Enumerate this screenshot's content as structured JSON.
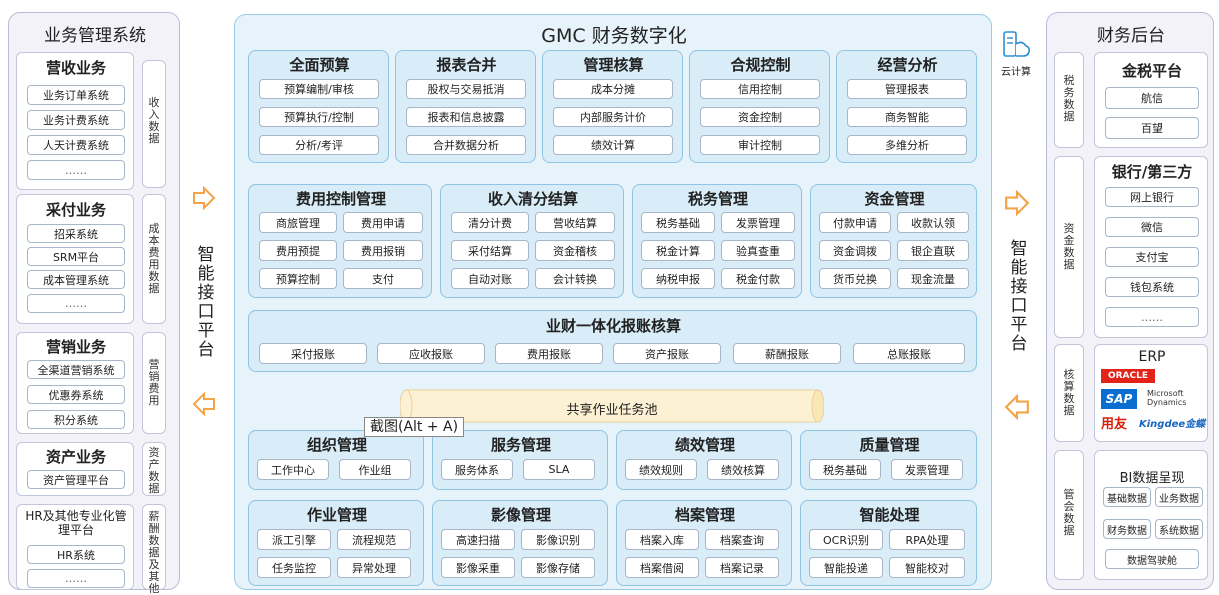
{
  "left": {
    "title": "业务管理系统",
    "groups": [
      {
        "title": "营收业务",
        "items": [
          "业务订单系统",
          "业务计费系统",
          "人天计费系统",
          "……"
        ],
        "label": "收入数据"
      },
      {
        "title": "采付业务",
        "items": [
          "招采系统",
          "SRM平台",
          "成本管理系统",
          "……"
        ],
        "label": "成本费用数据"
      },
      {
        "title": "营销业务",
        "items": [
          "全渠道营销系统",
          "优惠券系统",
          "积分系统"
        ],
        "label": "营销费用"
      },
      {
        "title": "资产业务",
        "items": [
          "资产管理平台"
        ],
        "label": "资产数据"
      },
      {
        "title": "HR及其他专业化管理平台",
        "items": [
          "HR系统",
          "……"
        ],
        "label": "薪酬数据及其他"
      }
    ]
  },
  "left_iface": "智能接口平台",
  "right_iface": "智能接口平台",
  "center": {
    "title": "GMC 财务数字化",
    "top_groups": [
      {
        "title": "全面预算",
        "items": [
          "预算编制/审核",
          "预算执行/控制",
          "分析/考评"
        ]
      },
      {
        "title": "报表合并",
        "items": [
          "股权与交易抵消",
          "报表和信息披露",
          "合并数据分析"
        ]
      },
      {
        "title": "管理核算",
        "items": [
          "成本分摊",
          "内部服务计价",
          "绩效计算"
        ]
      },
      {
        "title": "合规控制",
        "items": [
          "信用控制",
          "资金控制",
          "审计控制"
        ]
      },
      {
        "title": "经营分析",
        "items": [
          "管理报表",
          "商务智能",
          "多维分析"
        ]
      }
    ],
    "mid_groups": [
      {
        "title": "费用控制管理",
        "items": [
          "商旅管理",
          "费用申请",
          "费用预提",
          "费用报销",
          "预算控制",
          "支付"
        ]
      },
      {
        "title": "收入清分结算",
        "items": [
          "清分计费",
          "营收结算",
          "采付结算",
          "资金稽核",
          "自动对账",
          "会计转换"
        ]
      },
      {
        "title": "税务管理",
        "items": [
          "税务基础",
          "发票管理",
          "税金计算",
          "验真查重",
          "纳税申报",
          "税金付款"
        ]
      },
      {
        "title": "资金管理",
        "items": [
          "付款申请",
          "收款认领",
          "资金调拨",
          "银企直联",
          "货币兑换",
          "现金流量"
        ]
      }
    ],
    "integration": {
      "title": "业财一体化报账核算",
      "items": [
        "采付报账",
        "应收报账",
        "费用报账",
        "资产报账",
        "薪酬报账",
        "总账报账"
      ]
    },
    "pool": "共享作业任务池",
    "tooltip": "截图(Alt + A)",
    "bottom_groups": [
      {
        "title": "组织管理",
        "items": [
          "工作中心",
          "作业组"
        ]
      },
      {
        "title": "服务管理",
        "items": [
          "服务体系",
          "SLA"
        ]
      },
      {
        "title": "绩效管理",
        "items": [
          "绩效规则",
          "绩效核算"
        ]
      },
      {
        "title": "质量管理",
        "items": [
          "税务基础",
          "发票管理"
        ]
      },
      {
        "title": "作业管理",
        "items": [
          "派工引擎",
          "流程规范",
          "任务监控",
          "异常处理"
        ]
      },
      {
        "title": "影像管理",
        "items": [
          "高速扫描",
          "影像识别",
          "影像采重",
          "影像存储"
        ]
      },
      {
        "title": "档案管理",
        "items": [
          "档案入库",
          "档案查询",
          "档案借阅",
          "档案记录"
        ]
      },
      {
        "title": "智能处理",
        "items": [
          "OCR识别",
          "RPA处理",
          "智能投递",
          "智能校对"
        ]
      }
    ]
  },
  "cloud": "云计算",
  "right": {
    "title": "财务后台",
    "labels": [
      "税务数据",
      "资金数据",
      "核算数据",
      "管会数据"
    ],
    "tax": {
      "title": "金税平台",
      "items": [
        "航信",
        "百望"
      ]
    },
    "bank": {
      "title": "银行/第三方",
      "items": [
        "网上银行",
        "微信",
        "支付宝",
        "钱包系统",
        "……"
      ]
    },
    "erp": {
      "title": "ERP",
      "logos": [
        "ORACLE",
        "SAP",
        "Microsoft Dynamics",
        "用友",
        "Kingdee金蝶"
      ]
    },
    "bi": {
      "title": "BI数据呈现",
      "items": [
        "基础数据",
        "业务数据",
        "财务数据",
        "系统数据",
        "数据驾驶舱"
      ]
    }
  },
  "colors": {
    "orange": "#f5a44a",
    "blue_border": "#8fc4e3",
    "center_bg": "#e6f3fb"
  }
}
